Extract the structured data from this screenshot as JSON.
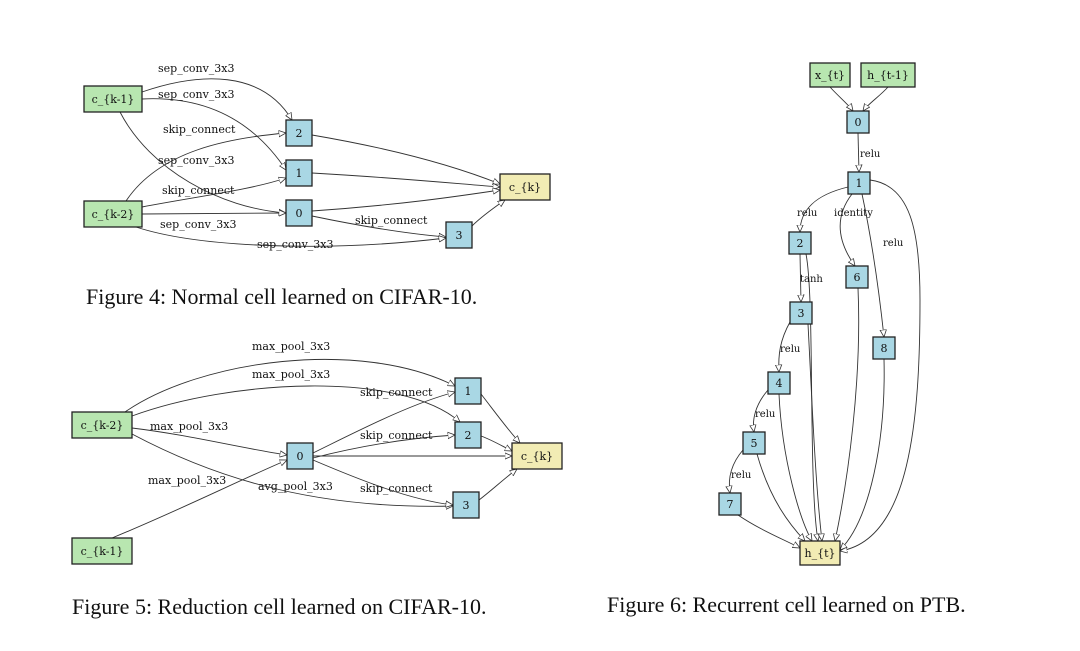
{
  "colors": {
    "input_node": "#b8e6b0",
    "intermediate_node": "#a9d7e4",
    "output_node": "#f2ecb4"
  },
  "figures": [
    {
      "id": "fig4",
      "caption": "Figure 4: Normal cell learned on CIFAR-10.",
      "nodes": [
        {
          "id": "ck1",
          "label": "c_{k-1}",
          "kind": "input"
        },
        {
          "id": "ck2",
          "label": "c_{k-2}",
          "kind": "input"
        },
        {
          "id": "n2",
          "label": "2",
          "kind": "intermediate"
        },
        {
          "id": "n1",
          "label": "1",
          "kind": "intermediate"
        },
        {
          "id": "n0",
          "label": "0",
          "kind": "intermediate"
        },
        {
          "id": "n3",
          "label": "3",
          "kind": "intermediate"
        },
        {
          "id": "ck",
          "label": "c_{k}",
          "kind": "output"
        }
      ],
      "edges": [
        {
          "from": "ck1",
          "to": "n2",
          "label": "sep_conv_3x3"
        },
        {
          "from": "ck1",
          "to": "n1",
          "label": "sep_conv_3x3"
        },
        {
          "from": "ck2",
          "to": "n2",
          "label": "skip_connect"
        },
        {
          "from": "ck1",
          "to": "n0",
          "label": "sep_conv_3x3"
        },
        {
          "from": "ck2",
          "to": "n1",
          "label": "skip_connect"
        },
        {
          "from": "ck2",
          "to": "n0",
          "label": "sep_conv_3x3"
        },
        {
          "from": "n0",
          "to": "n3",
          "label": "skip_connect"
        },
        {
          "from": "ck2",
          "to": "n3",
          "label": "sep_conv_3x3"
        },
        {
          "from": "n2",
          "to": "ck",
          "label": ""
        },
        {
          "from": "n1",
          "to": "ck",
          "label": ""
        },
        {
          "from": "n0",
          "to": "ck",
          "label": ""
        },
        {
          "from": "n3",
          "to": "ck",
          "label": ""
        }
      ]
    },
    {
      "id": "fig5",
      "caption": "Figure 5: Reduction cell learned on CIFAR-10.",
      "nodes": [
        {
          "id": "ck2",
          "label": "c_{k-2}",
          "kind": "input"
        },
        {
          "id": "ck1",
          "label": "c_{k-1}",
          "kind": "input"
        },
        {
          "id": "n0",
          "label": "0",
          "kind": "intermediate"
        },
        {
          "id": "n1",
          "label": "1",
          "kind": "intermediate"
        },
        {
          "id": "n2",
          "label": "2",
          "kind": "intermediate"
        },
        {
          "id": "n3",
          "label": "3",
          "kind": "intermediate"
        },
        {
          "id": "ck",
          "label": "c_{k}",
          "kind": "output"
        }
      ],
      "edges": [
        {
          "from": "ck2",
          "to": "n1",
          "label": "max_pool_3x3"
        },
        {
          "from": "ck2",
          "to": "n2",
          "label": "max_pool_3x3"
        },
        {
          "from": "ck2",
          "to": "n0",
          "label": "max_pool_3x3"
        },
        {
          "from": "ck2",
          "to": "n3",
          "label": "avg_pool_3x3"
        },
        {
          "from": "ck1",
          "to": "n0",
          "label": "max_pool_3x3"
        },
        {
          "from": "n0",
          "to": "n1",
          "label": "skip_connect"
        },
        {
          "from": "n0",
          "to": "n2",
          "label": "skip_connect"
        },
        {
          "from": "n0",
          "to": "n3",
          "label": "skip_connect"
        },
        {
          "from": "n1",
          "to": "ck",
          "label": ""
        },
        {
          "from": "n2",
          "to": "ck",
          "label": ""
        },
        {
          "from": "n0",
          "to": "ck",
          "label": ""
        },
        {
          "from": "n3",
          "to": "ck",
          "label": ""
        }
      ]
    },
    {
      "id": "fig6",
      "caption": "Figure 6: Recurrent cell learned on PTB.",
      "nodes": [
        {
          "id": "xt",
          "label": "x_{t}",
          "kind": "input"
        },
        {
          "id": "ht1",
          "label": "h_{t-1}",
          "kind": "input"
        },
        {
          "id": "n0",
          "label": "0",
          "kind": "intermediate"
        },
        {
          "id": "n1",
          "label": "1",
          "kind": "intermediate"
        },
        {
          "id": "n2",
          "label": "2",
          "kind": "intermediate"
        },
        {
          "id": "n6",
          "label": "6",
          "kind": "intermediate"
        },
        {
          "id": "n3",
          "label": "3",
          "kind": "intermediate"
        },
        {
          "id": "n8",
          "label": "8",
          "kind": "intermediate"
        },
        {
          "id": "n4",
          "label": "4",
          "kind": "intermediate"
        },
        {
          "id": "n5",
          "label": "5",
          "kind": "intermediate"
        },
        {
          "id": "n7",
          "label": "7",
          "kind": "intermediate"
        },
        {
          "id": "ht",
          "label": "h_{t}",
          "kind": "output"
        }
      ],
      "edges": [
        {
          "from": "xt",
          "to": "n0",
          "label": ""
        },
        {
          "from": "ht1",
          "to": "n0",
          "label": ""
        },
        {
          "from": "n0",
          "to": "n1",
          "label": "relu"
        },
        {
          "from": "n1",
          "to": "n2",
          "label": "relu"
        },
        {
          "from": "n1",
          "to": "n6",
          "label": "identity"
        },
        {
          "from": "n1",
          "to": "n8",
          "label": "relu"
        },
        {
          "from": "n2",
          "to": "n3",
          "label": "tanh"
        },
        {
          "from": "n3",
          "to": "n4",
          "label": "relu"
        },
        {
          "from": "n4",
          "to": "n5",
          "label": "relu"
        },
        {
          "from": "n5",
          "to": "n7",
          "label": "relu"
        },
        {
          "from": "n1",
          "to": "ht",
          "label": ""
        },
        {
          "from": "n2",
          "to": "ht",
          "label": ""
        },
        {
          "from": "n3",
          "to": "ht",
          "label": ""
        },
        {
          "from": "n4",
          "to": "ht",
          "label": ""
        },
        {
          "from": "n5",
          "to": "ht",
          "label": ""
        },
        {
          "from": "n6",
          "to": "ht",
          "label": ""
        },
        {
          "from": "n7",
          "to": "ht",
          "label": ""
        },
        {
          "from": "n8",
          "to": "ht",
          "label": ""
        }
      ]
    }
  ]
}
